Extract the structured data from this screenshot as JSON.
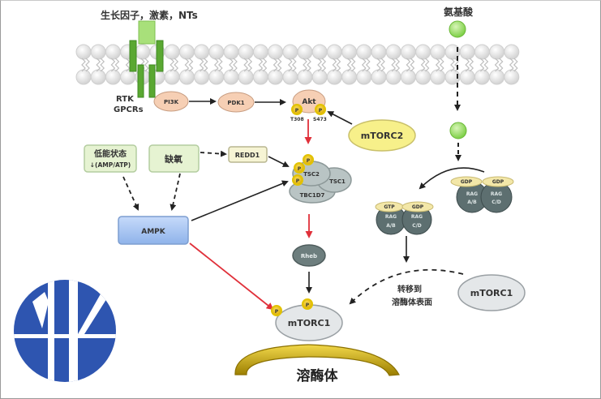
{
  "title": "mTOR signaling pathway",
  "labels": {
    "growth_factors": "生长因子，激素，NTs",
    "receptor_line1": "RTK",
    "receptor_line2": "GPCRs",
    "amino_acids": "氨基酸",
    "pi3k": "PI3K",
    "pdk1": "PDK1",
    "akt": "Akt",
    "akt_site_1": "T308",
    "akt_site_2": "S473",
    "mtorc2": "mTORC2",
    "low_energy_line1": "低能状态",
    "low_energy_line2": "↓(AMP/ATP)",
    "hypoxia": "缺氧",
    "redd1": "REDD1",
    "tsc2": "TSC2",
    "tsc1": "TSC1",
    "tbc1d7": "TBC1D7",
    "ampk": "AMPK",
    "rheb": "Rheb",
    "mtorc1_lysosome": "mTORC1",
    "mtorc1_cytosol": "mTORC1",
    "translocate_line1": "转移到",
    "translocate_line2": "溶酶体表面",
    "lysosome": "溶酶体",
    "phospho": "P",
    "gdp": "GDP",
    "gtp": "GTP",
    "rag": "RAG",
    "rag_ab": "A/B",
    "rag_cd": "C/D"
  },
  "colors": {
    "membrane_bead": "#e6e6e6",
    "receptor_green": "#5aa832",
    "receptor_light": "#a8e07a",
    "kinase_peach": "#f6cfb4",
    "mtorc2_yellow": "#f7f08a",
    "stress_green": "#e6f3d2",
    "redd1_cream": "#f6f4d4",
    "tsc_gray": "#b9c4c4",
    "ampk_blue": "#a9c6f0",
    "rheb_slate": "#6d7e7e",
    "rag_slate": "#5d6f70",
    "gtp_cream": "#f3e7a8",
    "mtorc1_gray": "#e4e7e9",
    "phospho_gold": "#e8c21a",
    "lysosome_gold": "#c9a400",
    "inhibit_red": "#e0303a",
    "arrow_black": "#222222",
    "logo_blue": "#2e55b0"
  }
}
